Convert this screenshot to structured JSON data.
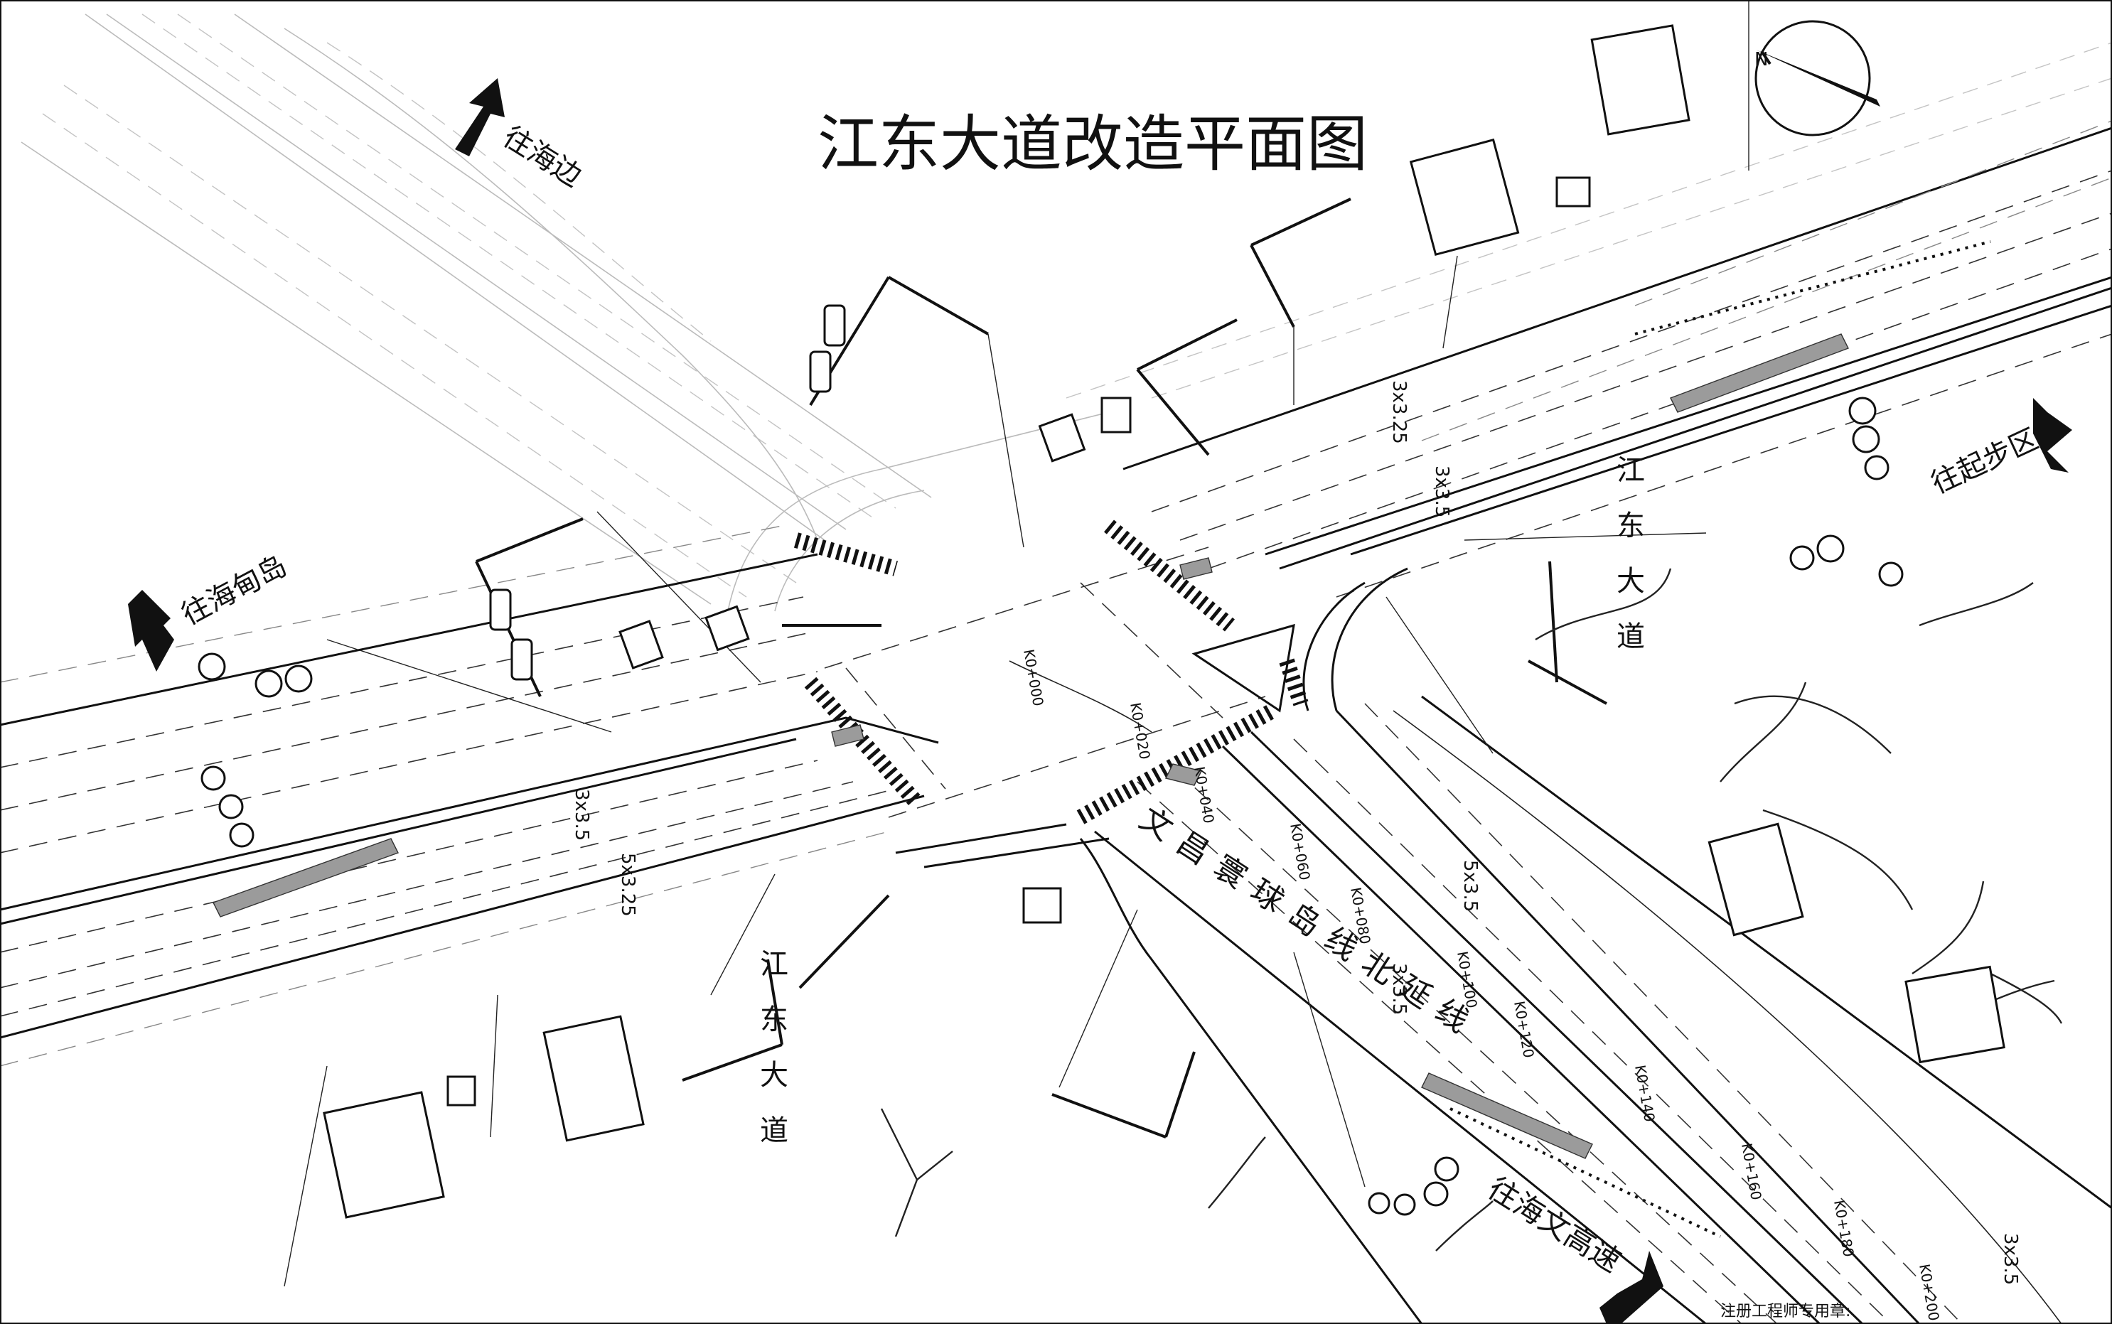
{
  "title": "江东大道改造平面图",
  "direction_labels": {
    "to_haibian": "往海边",
    "to_haidian_island": "往海甸岛",
    "to_qibu_district": "往起步区",
    "to_haiwen_expressway": "往海文高速"
  },
  "road_names": {
    "jiangdong_avenue_west": "江东大道",
    "jiangdong_avenue_east": "江东大道",
    "connector": "文昌寰球岛线北延线"
  },
  "lane_dimensions": {
    "north_west": "3x3.5",
    "south_west": "5x3.25",
    "north_east": "3x3.25",
    "south_east": "3x3.5",
    "connector_a": "5x3.5",
    "connector_b": "3x3.5",
    "far_southeast": "3x3.5"
  },
  "stations": [
    "K0+000",
    "K0+020",
    "K0+040",
    "K0+060",
    "K0+080",
    "K0+100",
    "K0+120",
    "K0+140",
    "K0+160",
    "K0+180",
    "K0+200"
  ],
  "footer": {
    "stamp_label": "注册工程师专用章:"
  },
  "compass": {
    "north_letter": "N"
  },
  "colors": {
    "ink": "#111111",
    "faint": "#bbbbbb",
    "hatch": "#9b9b9b"
  }
}
